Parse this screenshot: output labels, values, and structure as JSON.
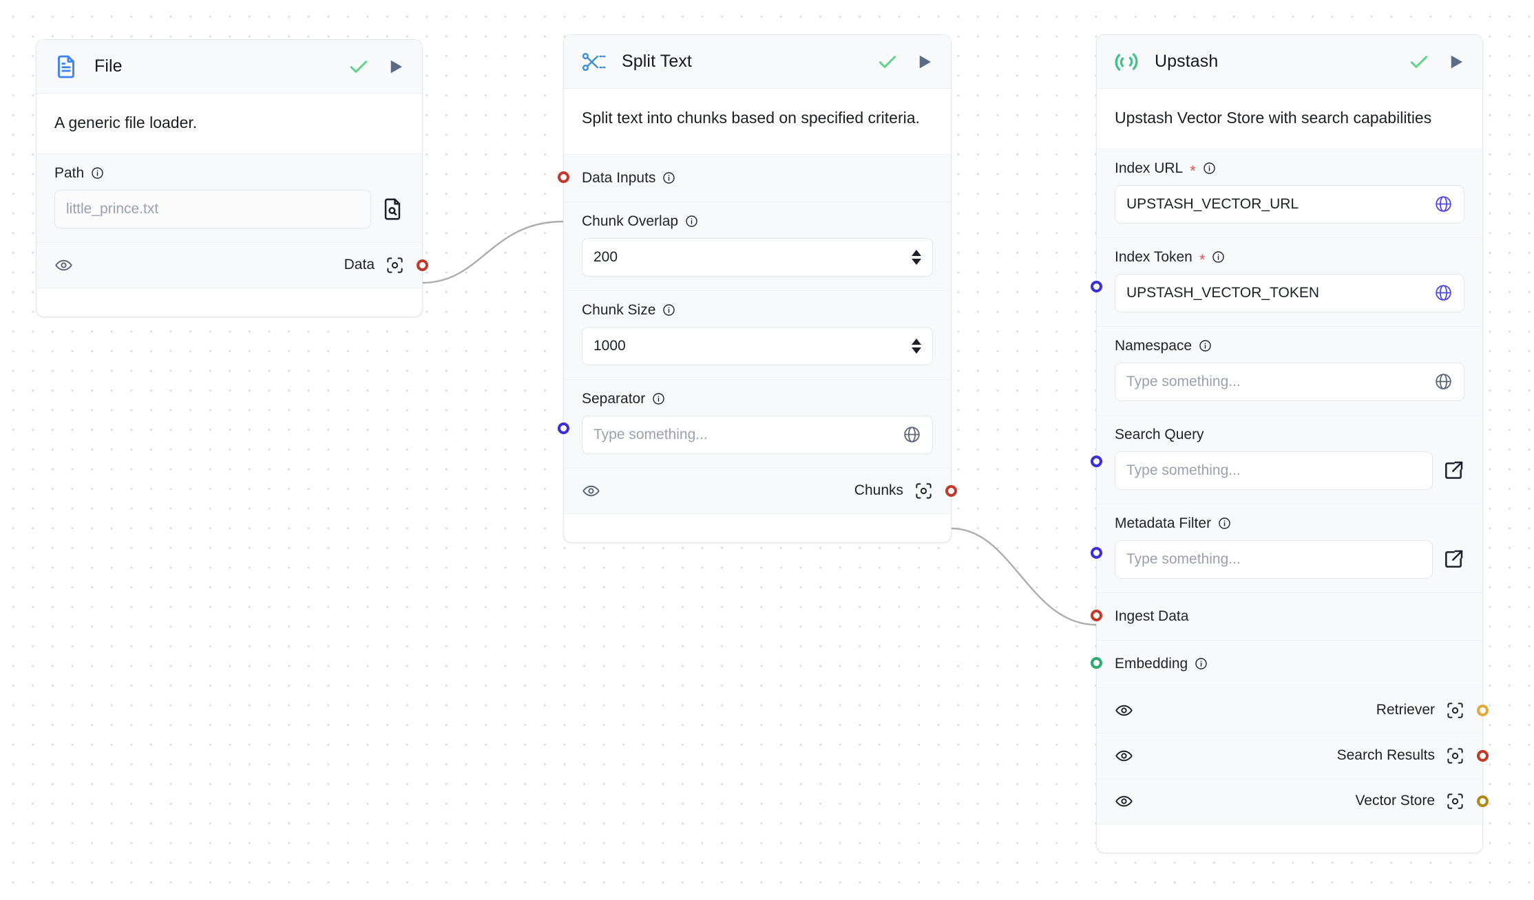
{
  "canvas": {
    "background_color": "#ffffff",
    "grid_dot_color": "#d9d9de"
  },
  "palette": {
    "port_red": "#c0392b",
    "port_blue": "#3b2fd6",
    "port_green": "#2aab6f",
    "port_amber": "#e3ab3a",
    "port_olive": "#b08a18",
    "check_green": "#5ed48a",
    "play_slate": "#5b6b85",
    "globe_indigo": "#4f46e5",
    "globe_gray": "#5b6475",
    "required_star": "#e2564c",
    "edge_gray": "#adadb0",
    "file_icon_blue": "#3b82f6",
    "scissors_blue": "#3d8fd4",
    "upstash_green": "#3fc38a"
  },
  "nodes": [
    {
      "id": "file",
      "title": "File",
      "icon": "file-text-icon",
      "description": "A generic file loader.",
      "status_icon": "check-icon",
      "run_icon": "play-icon",
      "fields": [
        {
          "label": "Path",
          "required": false,
          "has_info": true,
          "placeholder": "little_prince.txt",
          "value": "",
          "trailing_icon": "file-search-icon"
        }
      ],
      "outputs": [
        {
          "label": "Data",
          "eye_icon": "eye-icon",
          "scan_icon": "scan-eye-icon",
          "port_color": "port_red"
        }
      ]
    },
    {
      "id": "split-text",
      "title": "Split Text",
      "icon": "scissors-icon",
      "description": "Split text into chunks based on specified criteria.",
      "status_icon": "check-icon",
      "run_icon": "play-icon",
      "inputs": [
        {
          "label": "Data Inputs",
          "has_info": true,
          "port_color": "port_red"
        }
      ],
      "fields": [
        {
          "label": "Chunk Overlap",
          "has_info": true,
          "value": "200",
          "kind": "number",
          "stepper": true
        },
        {
          "label": "Chunk Size",
          "has_info": true,
          "value": "1000",
          "kind": "number",
          "stepper": true
        },
        {
          "label": "Separator",
          "has_info": true,
          "placeholder": "Type something...",
          "value": "",
          "trailing_icon": "globe-icon",
          "port_color": "port_blue"
        }
      ],
      "outputs": [
        {
          "label": "Chunks",
          "eye_icon": "eye-icon",
          "scan_icon": "scan-eye-icon",
          "port_color": "port_red"
        }
      ]
    },
    {
      "id": "upstash",
      "title": "Upstash",
      "icon": "upstash-logo-icon",
      "description": "Upstash Vector Store with search capabilities",
      "status_icon": "check-icon",
      "run_icon": "play-icon",
      "fields": [
        {
          "label": "Index URL",
          "required": true,
          "has_info": true,
          "value": "UPSTASH_VECTOR_URL",
          "placeholder": "",
          "trailing_icon": "globe-icon",
          "globe_color": "globe_indigo"
        },
        {
          "label": "Index Token",
          "required": true,
          "has_info": true,
          "value": "UPSTASH_VECTOR_TOKEN",
          "placeholder": "",
          "trailing_icon": "globe-icon",
          "globe_color": "globe_indigo",
          "port_color": "port_blue"
        },
        {
          "label": "Namespace",
          "required": false,
          "has_info": true,
          "value": "",
          "placeholder": "Type something...",
          "trailing_icon": "globe-icon",
          "globe_color": "globe_gray"
        },
        {
          "label": "Search Query",
          "required": false,
          "has_info": false,
          "value": "",
          "placeholder": "Type something...",
          "trailing_icon": "external-link-icon",
          "port_color": "port_blue"
        },
        {
          "label": "Metadata Filter",
          "required": false,
          "has_info": true,
          "value": "",
          "placeholder": "Type something...",
          "trailing_icon": "external-link-icon",
          "port_color": "port_blue"
        }
      ],
      "handle_rows": [
        {
          "label": "Ingest Data",
          "has_info": false,
          "port_color": "port_red"
        },
        {
          "label": "Embedding",
          "has_info": true,
          "port_color": "port_green"
        }
      ],
      "outputs": [
        {
          "label": "Retriever",
          "eye_icon": "eye-icon",
          "scan_icon": "scan-eye-icon",
          "port_color": "port_amber"
        },
        {
          "label": "Search Results",
          "eye_icon": "eye-icon",
          "scan_icon": "scan-eye-icon",
          "port_color": "port_red"
        },
        {
          "label": "Vector Store",
          "eye_icon": "eye-icon",
          "scan_icon": "scan-eye-icon",
          "port_color": "port_olive"
        }
      ]
    }
  ],
  "edges": [
    {
      "from": "file.Data",
      "to": "split-text.Data Inputs",
      "color": "#adadb0"
    },
    {
      "from": "split-text.Chunks",
      "to": "upstash.Ingest Data",
      "color": "#adadb0"
    }
  ]
}
